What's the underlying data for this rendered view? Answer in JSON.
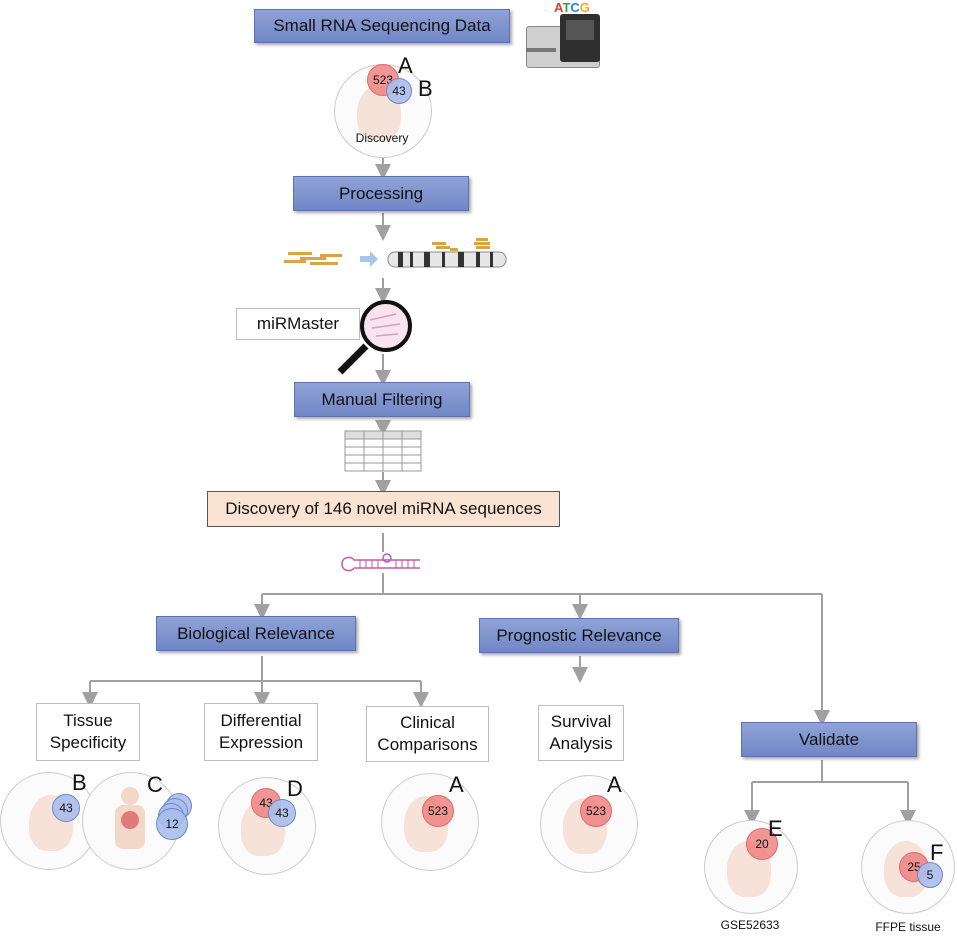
{
  "steps": {
    "small_rna": "Small RNA Sequencing Data",
    "atcg": [
      "A",
      "T",
      "C",
      "G"
    ],
    "processing": "Processing",
    "mirmaster": "miRMaster",
    "manual_filtering": "Manual Filtering",
    "discovery_result": "Discovery of 146 novel miRNA sequences",
    "biological": "Biological Relevance",
    "prognostic": "Prognostic Relevance",
    "validate": "Validate"
  },
  "analyses": {
    "tissue_1": "Tissue",
    "tissue_2": "Specificity",
    "diff_1": "Differential",
    "diff_2": "Expression",
    "clin_1": "Clinical",
    "clin_2": "Comparisons",
    "surv_1": "Survival",
    "surv_2": "Analysis"
  },
  "cohorts": {
    "discovery_caption": "Discovery",
    "A": "A",
    "B": "B",
    "C": "C",
    "D": "D",
    "E": "E",
    "F": "F",
    "n523": "523",
    "n43": "43",
    "n12": "12",
    "n20": "20",
    "n25": "25",
    "n5": "5",
    "gse": "GSE52633",
    "ffpe": "FFPE tissue"
  },
  "colors": {
    "box_blue": "#7f94cf",
    "peach": "#fbe3d3",
    "red_circle": "#f08282",
    "blue_circle": "#aabeeb",
    "arrow": "#a0a0a0"
  }
}
